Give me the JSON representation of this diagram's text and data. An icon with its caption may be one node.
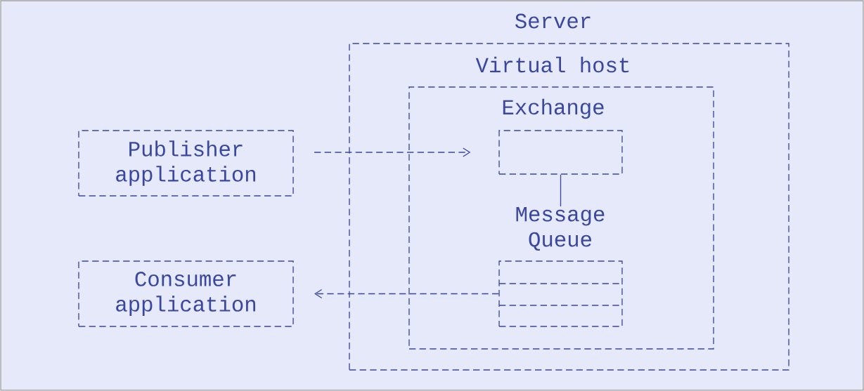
{
  "diagram": {
    "nodes": [
      {
        "text": [
          "Server"
        ]
      },
      {
        "text": [
          "Virtual host"
        ],
        "in": 0
      },
      {
        "text": [
          "Exchange"
        ],
        "in": 1
      },
      {
        "text": [
          "Message Queue"
        ],
        "in": 1
      },
      {
        "text": [
          "Publisher application"
        ]
      },
      {
        "text": [
          "Consumer application"
        ]
      }
    ],
    "edges": [
      {
        "from": 4,
        "to": 2,
        "arrow": "to",
        "style": "dashed"
      },
      {
        "from": 2,
        "to": 3,
        "arrow": "none"
      },
      {
        "from": 3,
        "to": 5,
        "arrow": "to",
        "style": "dashed"
      }
    ]
  }
}
